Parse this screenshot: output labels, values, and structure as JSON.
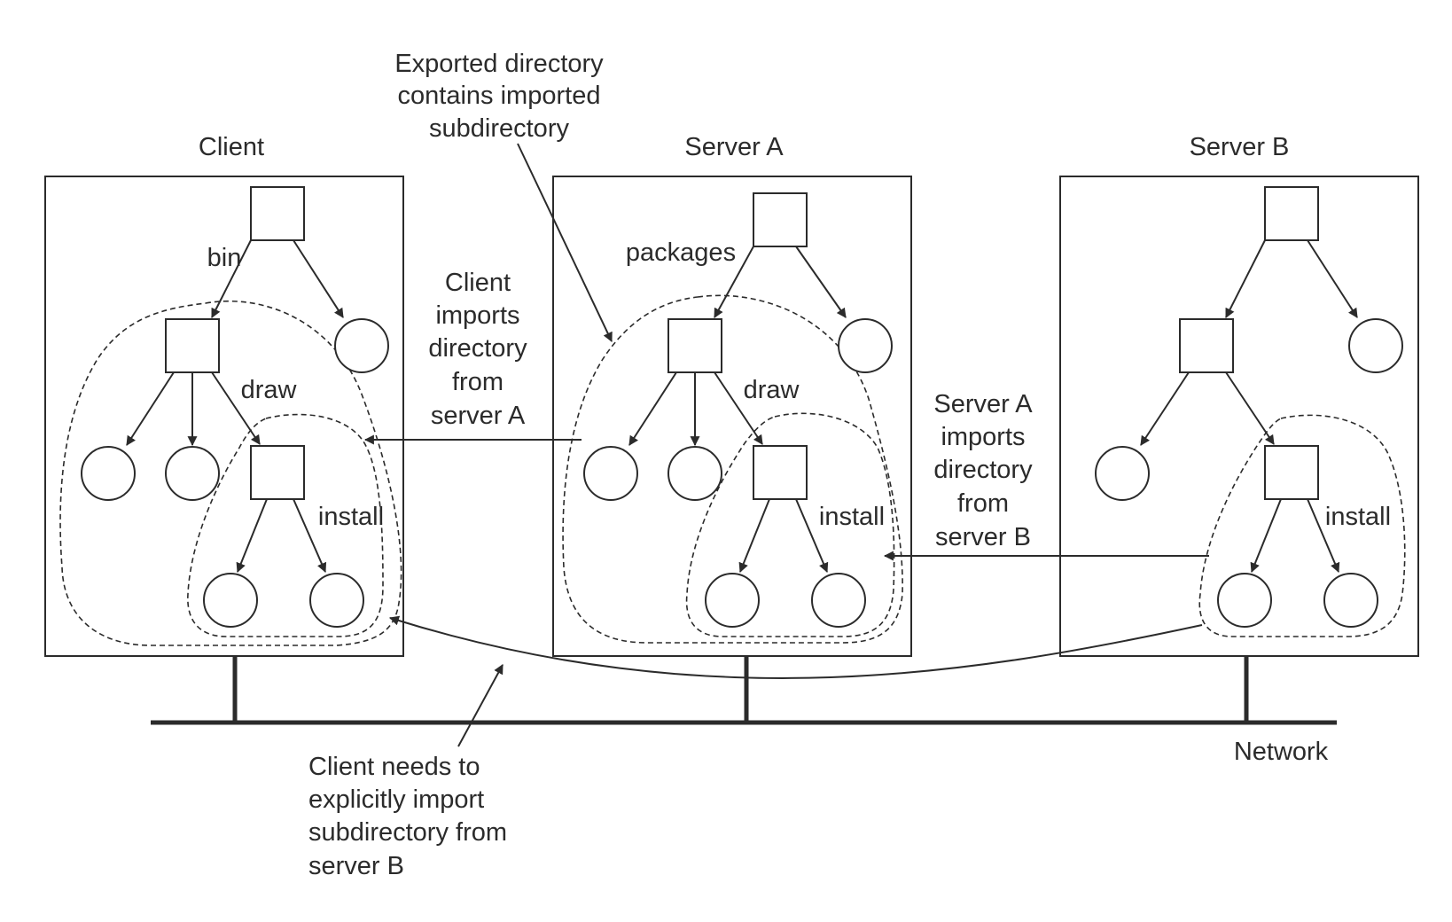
{
  "machines": {
    "client": "Client",
    "server_a": "Server A",
    "server_b": "Server B"
  },
  "edge_labels": {
    "bin": "bin",
    "packages": "packages",
    "draw_client": "draw",
    "draw_server_a": "draw",
    "install_client": "install",
    "install_server_a": "install",
    "install_server_b": "install"
  },
  "annotations": {
    "exported": [
      "Exported directory",
      "contains imported",
      "subdirectory"
    ],
    "client_imports": [
      "Client",
      "imports",
      "directory",
      "from",
      "server A"
    ],
    "server_a_imports": [
      "Server A",
      "imports",
      "directory",
      "from",
      "server B"
    ],
    "client_needs": [
      "Client needs to",
      "explicitly import",
      "subdirectory from",
      "server B"
    ]
  },
  "network_label": "Network"
}
